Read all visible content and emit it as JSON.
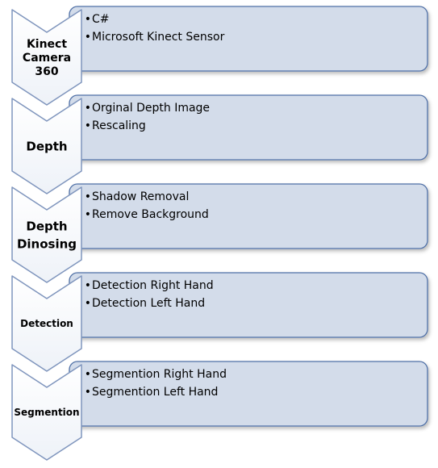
{
  "steps": [
    {
      "label_lines": [
        "Kinect",
        "Camera",
        "360"
      ],
      "bullets": [
        "C#",
        "Microsoft Kinect Sensor"
      ]
    },
    {
      "label_lines": [
        "Depth"
      ],
      "bullets": [
        "Orginal Depth Image",
        "Rescaling"
      ]
    },
    {
      "label_lines": [
        "Depth",
        "Dinosing"
      ],
      "bullets": [
        "Shadow  Removal",
        "Remove Background"
      ]
    },
    {
      "label_lines": [
        "Detection"
      ],
      "bullets": [
        "Detection Right Hand",
        "Detection Left Hand"
      ]
    },
    {
      "label_lines": [
        "Segmention"
      ],
      "bullets": [
        "Segmention Right Hand",
        "Segmention Left Hand"
      ]
    }
  ],
  "bullet_glyph": "•",
  "colors": {
    "box_fill": "#d3dcea",
    "box_stroke": "#4f6fa6",
    "chevron_fill_top": "#ffffff",
    "chevron_fill_bottom": "#eef2f8",
    "chevron_stroke": "#7f95bd"
  }
}
